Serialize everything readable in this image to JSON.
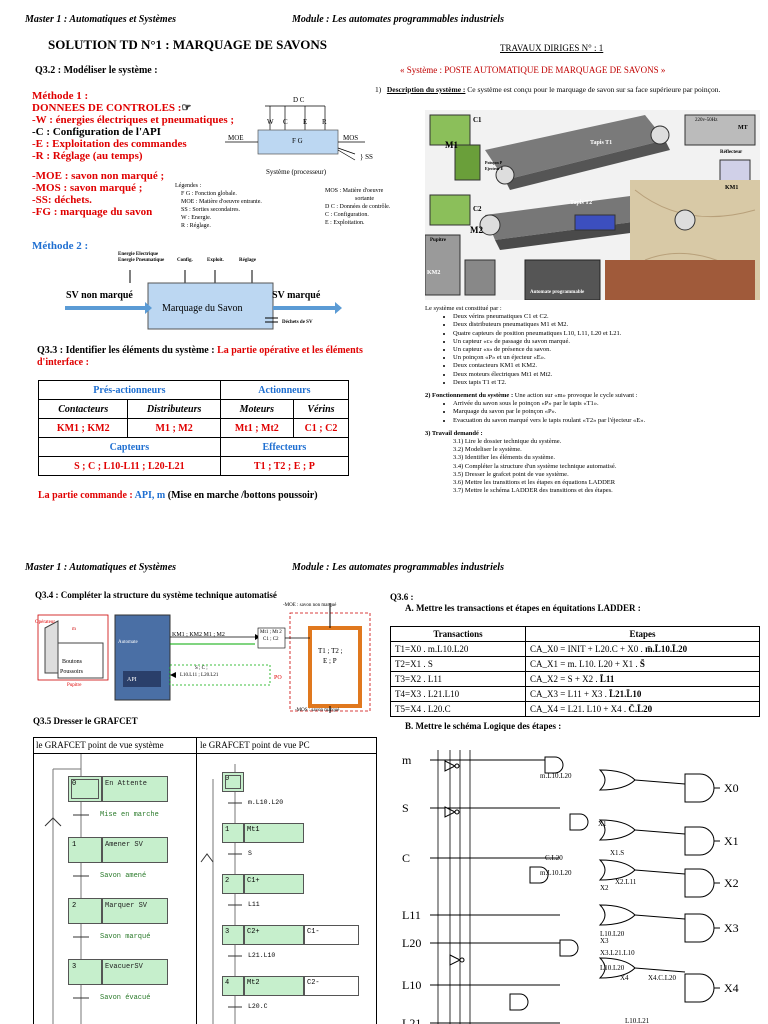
{
  "header1": {
    "left": "Master 1 : Automatiques et Systèmes",
    "right": "Module : Les automates programmables industriels"
  },
  "title": "SOLUTION TD N°1 : MARQUAGE DE SAVONS",
  "q32": "Q3.2 : Modéliser le système :",
  "methode1": {
    "title": "Méthode 1 :",
    "donnees": "DONNEES DE CONTROLES :",
    "w": "-W : énergies électriques et pneumatiques ;",
    "c": "-C : Configuration de l'API",
    "e": "-E : Exploitation des commandes",
    "r": "-R : Réglage (au temps)",
    "moe": "-MOE : savon non marqué ;",
    "mos": "-MOS : savon marqué ;",
    "ss": "-SS: déchets.",
    "fg": "-FG : marquage du savon"
  },
  "sadt": {
    "dc": "D C",
    "w": "W",
    "c": "C",
    "e": "E",
    "r": "R",
    "fg": "F G",
    "moe": "MOE",
    "mos": "MOS",
    "ss": "} SS",
    "caption": "Système (processeur)"
  },
  "legend": {
    "title": "Légendes :",
    "l1": "F G : Fonction globale.",
    "l2": "MOE : Matière d'oeuvre entrante.",
    "l3": "SS : Sorties secondaires.",
    "l4": "W : Energie.",
    "l5": "R : Réglage.",
    "r1": "MOS : Matière d'oeuvre",
    "r1b": "sortante",
    "r2": "D C : Données de contrôle.",
    "r3": "C : Configuration.",
    "r4": "E : Exploitation."
  },
  "methode2": {
    "title": "Méthode 2 :",
    "energie1": "Energie Electrique",
    "energie2": "Energie Pneumatique",
    "config": "Config.",
    "exploit": "Exploit.",
    "reglage": "Réglage",
    "box": "Marquage du Savon",
    "input": "SV non marqué",
    "output": "SV marqué",
    "dechets": "Déchets de SV"
  },
  "q33": {
    "title": "Q3.3 : Identifier les éléments du système :",
    "answer": "La partie opérative et les éléments d'interface :"
  },
  "table1": {
    "pre": "Prés-actionneurs",
    "act": "Actionneurs",
    "contacteurs": "Contacteurs",
    "distributeurs": "Distributeurs",
    "moteurs": "Moteurs",
    "verins": "Vérins",
    "km": "KM1 ; KM2",
    "m": "M1 ; M2",
    "mt": "Mt1 ; Mt2",
    "c": "C1 ; C2",
    "capteurs": "Capteurs",
    "effecteurs": "Effecteurs",
    "cap_v": "S ; C ; L10-L11 ; L20-L21",
    "eff_v": "T1 ; T2 ; E ; P"
  },
  "partie_cmd": {
    "label": "La partie commande :",
    "api": "API, m",
    "rest": "(Mise en marche /bottons poussoir)"
  },
  "td": {
    "title": "TRAVAUX DIRIGES N° : 1",
    "subtitle": "« Système : POSTE AUTOMATIQUE DE MARQUAGE DE SAVONS »",
    "desc_num": "1)",
    "desc_label": "Description du système :",
    "desc": "Ce système est conçu pour le marquage de savon sur sa face supérieure par poinçon.",
    "photo_labels": {
      "tapis1": "Tapis T1",
      "tapis2": "Tapis T2",
      "reflecteur": "Réflecteur",
      "km1": "KM1",
      "km2": "KM2",
      "mt": "MT",
      "m1": "M1",
      "m2": "M2",
      "pupitre": "Pupitre",
      "automate": "Automate programmable",
      "poincon": "Poinçon P",
      "ejecteur": "Ejecteur E",
      "c1": "C1",
      "c2": "C2",
      "volt": "220v-50Hz"
    },
    "constitue": "Le système est constitué par :",
    "items": [
      "Deux vérins pneumatiques C1 et C2.",
      "Deux distributeurs pneumatiques M1 et M2.",
      "Quatre capteurs de position pneumatiques L10, L11, L20 et L21.",
      "Un capteur «c» de passage du savon marqué.",
      "Un capteur «s» de présence du savon.",
      "Un poinçon «P» et un éjecteur «E».",
      "Deux contacteurs KM1 et KM2.",
      "Deux moteurs électriques Mt1 et Mt2.",
      "Deux tapis T1 et T2."
    ],
    "fonct_label": "2) Fonctionnement du système :",
    "fonct": "Une action sur «m» provoque le cycle suivant :",
    "fitems": [
      "Arrivée du savon sous le poinçon «P» par le tapis «T1».",
      "Marquage du savon par le poinçon «P».",
      "Evacuation du savon marqué vers le tapis roulant «T2» par l'éjecteur «E»."
    ],
    "travail": "3) Travail demandé :",
    "titems": [
      "3.1) Lire le dossier technique du système.",
      "3.2) Modeliser le système.",
      "3.3) Identifier les éléments du système.",
      "3.4) Compléter la structure d'un système technique automatisé.",
      "3.5) Dresser le grafcet point de vue système.",
      "3.6) Mettre les transitions et les étapes en équations LADDER",
      "3.7) Mettre le schéma LADDER des transitions et des étapes."
    ]
  },
  "header2": {
    "left": "Master 1 : Automatiques et Systèmes",
    "right": "Module : Les automates programmables industriels"
  },
  "q34": {
    "title": "Q3.4 : Compléter la structure du système technique automatisé",
    "moe_top": "-MOE : savon non marqué",
    "mos_bot": "-MOS : savon marqué",
    "operateur": "Opérateur",
    "m": "m",
    "automate": "Automate",
    "api": "API",
    "boutons": "Boutons",
    "poussoirs": "Poussoirs",
    "pupitre": "Pupitre",
    "line1": "KM1 ; KM2 M1 ; M2",
    "line2a": "S ; C ;",
    "line2b": "L10.L11 ; L20.L21",
    "mt": "Mt1 ; Mt 2",
    "cc": "C1 ; C2",
    "tt": "T1 ; T2 ;",
    "ep": "E ; P",
    "po": "PO"
  },
  "q35": {
    "title": "Q3.5 Dresser le GRAFCET",
    "col1": "le GRAFCET point de vue système",
    "col2": "le GRAFCET point de vue PC"
  },
  "grafcet1": {
    "steps": [
      "0",
      "1",
      "2",
      "3"
    ],
    "actions": [
      "En Attente",
      "Amener SV",
      "Marquer SV",
      "EvacuerSV"
    ],
    "trans": [
      "Mise en marche",
      "Savon amené",
      "Savon marqué",
      "Savon évacué"
    ]
  },
  "grafcet2": {
    "steps": [
      "0",
      "1",
      "2",
      "3",
      "4"
    ],
    "actions": [
      "Mt1",
      "C1+",
      "C2+",
      "Mt2"
    ],
    "action2": "C1-",
    "action3": "C2-",
    "trans": [
      "m.L10.L20",
      "S",
      "L11",
      "L21.L10",
      "L20.C"
    ]
  },
  "q36": {
    "title": "Q3.6 :",
    "a": "A.   Mettre les transactions et étapes en équitations LADDER :",
    "b": "B.   Mettre le schéma Logique des étapes :"
  },
  "table2": {
    "h1": "Transactions",
    "h2": "Etapes",
    "rows": [
      [
        "T1=X0 . m.L10.L20",
        "CA_X0 = INIT + L20.C + X0 . ",
        "m̄.L̄10.L̄20"
      ],
      [
        "T2=X1 . S",
        "CA_X1 = m. L10. L20 + X1 . ",
        "S̄"
      ],
      [
        "T3=X2 . L11",
        "CA_X2 = S + X2 . ",
        "L̄11"
      ],
      [
        "T4=X3 . L21.L10",
        "CA_X3 = L11 + X3 . ",
        "L̄21.L̄10"
      ],
      [
        "T5=X4 . L20.C",
        "CA_X4 = L21. L10 + X4 . ",
        "C̄.L̄20"
      ]
    ]
  },
  "logic": {
    "inputs": [
      "m",
      "S",
      "C",
      "L11",
      "L20",
      "L10",
      "L21"
    ],
    "outputs": [
      "X0",
      "X1",
      "X2",
      "X3",
      "X4"
    ],
    "labels": [
      "m.L10.L20",
      "X1",
      "X1.S",
      "C.L20",
      "m.L10.L20",
      "X2",
      "X2.L11",
      "L10.L20",
      "X3",
      "X3.L21.L10",
      "L10.L20",
      "X4",
      "X4.C.L20",
      "L10.L21"
    ]
  }
}
